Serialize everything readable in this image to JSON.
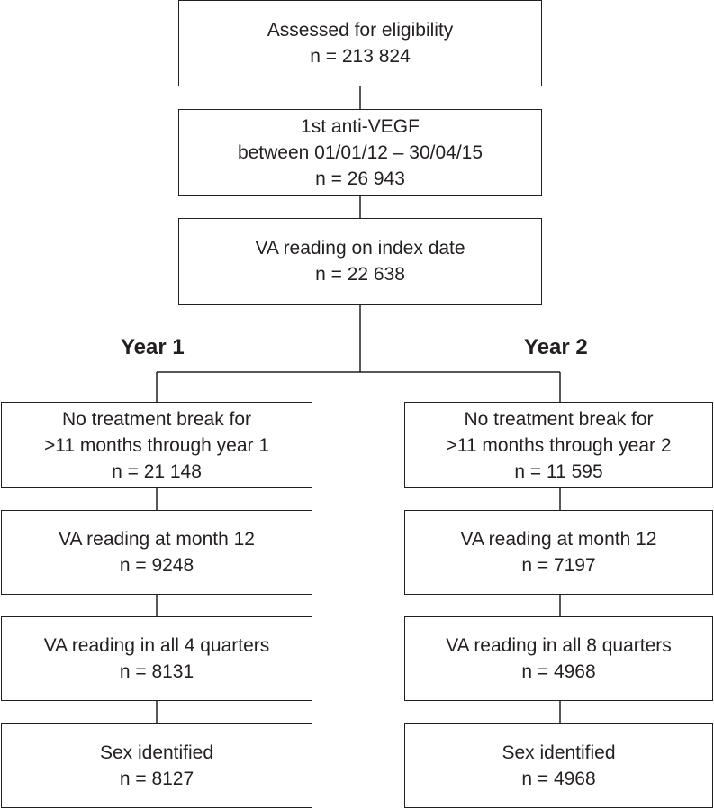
{
  "top": [
    {
      "lines": [
        "Assessed for eligibility",
        "n = 213 824"
      ]
    },
    {
      "lines": [
        "1st anti-VEGF",
        "between 01/01/12 – 30/04/15",
        "n = 26 943"
      ]
    },
    {
      "lines": [
        "VA reading on index date",
        "n = 22 638"
      ]
    }
  ],
  "year1": {
    "heading": "Year 1",
    "boxes": [
      {
        "lines": [
          "No treatment break for",
          ">11 months through year 1",
          "n = 21 148"
        ]
      },
      {
        "lines": [
          "VA reading at month 12",
          "n = 9248"
        ]
      },
      {
        "lines": [
          "VA reading in all 4 quarters",
          "n = 8131"
        ]
      },
      {
        "lines": [
          "Sex identified",
          "n = 8127"
        ]
      }
    ]
  },
  "year2": {
    "heading": "Year 2",
    "boxes": [
      {
        "lines": [
          "No treatment break for",
          ">11 months through year 2",
          "n = 11 595"
        ]
      },
      {
        "lines": [
          "VA reading at month 12",
          "n = 7197"
        ]
      },
      {
        "lines": [
          "VA reading in all 8 quarters",
          "n = 4968"
        ]
      },
      {
        "lines": [
          "Sex identified",
          "n = 4968"
        ]
      }
    ]
  }
}
